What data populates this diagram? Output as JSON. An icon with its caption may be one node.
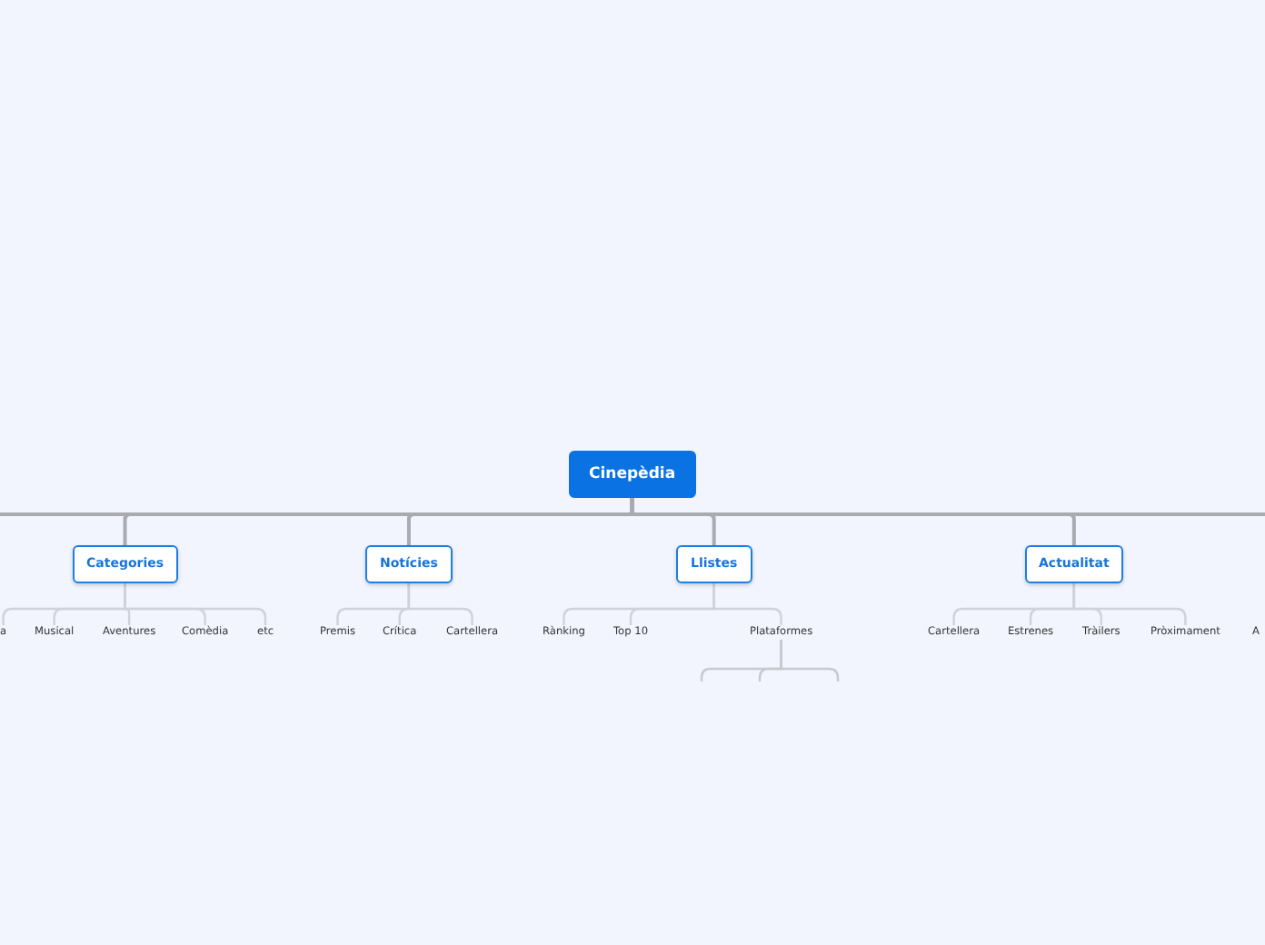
{
  "diagram": {
    "nodes": [
      {
        "text": [
          "Cinepèdia"
        ]
      },
      {
        "text": [
          "Categories"
        ]
      },
      {
        "text": [
          "Notícies"
        ]
      },
      {
        "text": [
          "Llistes"
        ]
      },
      {
        "text": [
          "Actualitat"
        ]
      },
      {
        "text": [
          "a"
        ]
      },
      {
        "text": [
          "Musical"
        ]
      },
      {
        "text": [
          "Aventures"
        ]
      },
      {
        "text": [
          "Comèdia"
        ]
      },
      {
        "text": [
          "etc"
        ]
      },
      {
        "text": [
          "Premis"
        ]
      },
      {
        "text": [
          "Crítica"
        ]
      },
      {
        "text": [
          "Cartellera"
        ]
      },
      {
        "text": [
          "Rànking"
        ]
      },
      {
        "text": [
          "Top 10"
        ]
      },
      {
        "text": [
          "Plataformes"
        ]
      },
      {
        "text": [
          "Cartellera"
        ]
      },
      {
        "text": [
          "Estrenes"
        ]
      },
      {
        "text": [
          "Tràilers"
        ]
      },
      {
        "text": [
          "Pròximament"
        ]
      }
    ],
    "edges": [
      {
        "from": 0,
        "to": null,
        "arrow": "none"
      },
      {
        "from": 0,
        "to": 1,
        "arrow": "none"
      },
      {
        "from": 0,
        "to": 2,
        "arrow": "none"
      },
      {
        "from": 0,
        "to": 3,
        "arrow": "none"
      },
      {
        "from": 0,
        "to": 4,
        "arrow": "none"
      },
      {
        "from": 0,
        "to": null,
        "arrow": "none"
      },
      {
        "from": 1,
        "to": 5,
        "arrow": "none"
      },
      {
        "from": 1,
        "to": 6,
        "arrow": "none"
      },
      {
        "from": 1,
        "to": 7,
        "arrow": "none"
      },
      {
        "from": 1,
        "to": 8,
        "arrow": "none"
      },
      {
        "from": 1,
        "to": 9,
        "arrow": "none"
      },
      {
        "from": 2,
        "to": 10,
        "arrow": "none"
      },
      {
        "from": 2,
        "to": 11,
        "arrow": "none"
      },
      {
        "from": 2,
        "to": 12,
        "arrow": "none"
      },
      {
        "from": 3,
        "to": 13,
        "arrow": "none"
      },
      {
        "from": 3,
        "to": 14,
        "arrow": "none"
      },
      {
        "from": 3,
        "to": 15,
        "arrow": "none"
      },
      {
        "from": 15,
        "to": null,
        "arrow": "none"
      },
      {
        "from": 15,
        "to": null,
        "arrow": "none"
      },
      {
        "from": 15,
        "to": null,
        "arrow": "none"
      },
      {
        "from": 4,
        "to": 16,
        "arrow": "none"
      },
      {
        "from": 4,
        "to": 17,
        "arrow": "none"
      },
      {
        "from": 4,
        "to": 18,
        "arrow": "none"
      },
      {
        "from": 4,
        "to": 19,
        "arrow": "none"
      }
    ],
    "labels": [
      "A"
    ]
  }
}
